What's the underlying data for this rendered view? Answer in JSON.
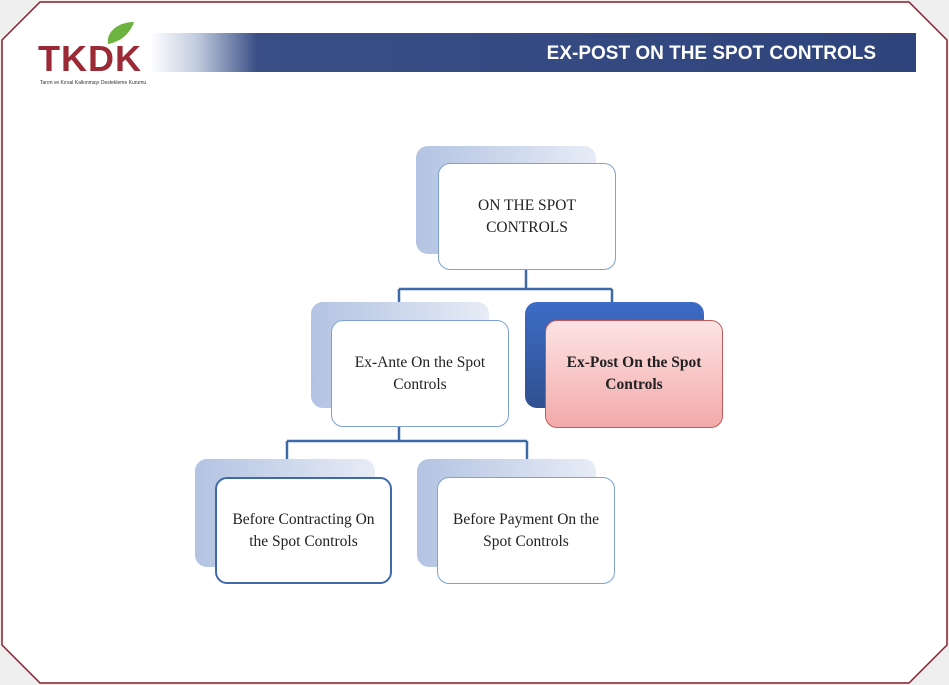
{
  "header": {
    "logo_text": "TKDK",
    "logo_subtext": "Tarım ve Kırsal Kalkınmayı Destekleme Kurumu",
    "title": "EX-POST ON THE SPOT CONTROLS"
  },
  "diagram": {
    "root": "ON THE SPOT CONTROLS",
    "ex_ante": "Ex-Ante On the Spot Controls",
    "ex_post": "Ex-Post On the Spot Controls",
    "before_contracting": "Before Contracting On the Spot Controls",
    "before_payment": "Before Payment On the Spot Controls"
  },
  "colors": {
    "frame": "#8b1c2a",
    "header_bar": "#2f447c",
    "connector": "#3e6aaa",
    "highlight": "#f3a9aa"
  }
}
